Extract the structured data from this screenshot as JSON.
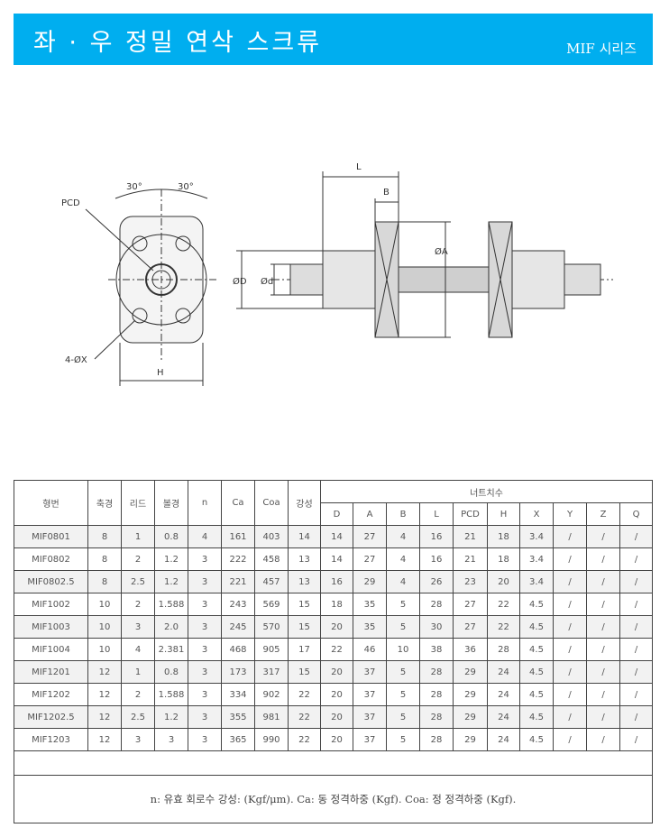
{
  "header": {
    "title": "좌 · 우 정밀 연삭 스크류",
    "series": "MIF 시리즈"
  },
  "drawing": {
    "angle1": "30°",
    "angle2": "30°",
    "pcd": "PCD",
    "holes": "4-ØX",
    "h": "H",
    "l": "L",
    "b": "B",
    "d_outer": "ØD",
    "d_inner": "Ød",
    "a": "ØA"
  },
  "table": {
    "headers": [
      "형번",
      "축경",
      "리드",
      "볼경",
      "n",
      "Ca",
      "Coa",
      "강성"
    ],
    "nut_header": "너트치수",
    "nut_cols": [
      "D",
      "A",
      "B",
      "L",
      "PCD",
      "H",
      "X",
      "Y",
      "Z",
      "Q"
    ],
    "rows": [
      [
        "MIF0801",
        "8",
        "1",
        "0.8",
        "4",
        "161",
        "403",
        "14",
        "14",
        "27",
        "4",
        "16",
        "21",
        "18",
        "3.4",
        "/",
        "/",
        "/"
      ],
      [
        "MIF0802",
        "8",
        "2",
        "1.2",
        "3",
        "222",
        "458",
        "13",
        "14",
        "27",
        "4",
        "16",
        "21",
        "18",
        "3.4",
        "/",
        "/",
        "/"
      ],
      [
        "MIF0802.5",
        "8",
        "2.5",
        "1.2",
        "3",
        "221",
        "457",
        "13",
        "16",
        "29",
        "4",
        "26",
        "23",
        "20",
        "3.4",
        "/",
        "/",
        "/"
      ],
      [
        "MIF1002",
        "10",
        "2",
        "1.588",
        "3",
        "243",
        "569",
        "15",
        "18",
        "35",
        "5",
        "28",
        "27",
        "22",
        "4.5",
        "/",
        "/",
        "/"
      ],
      [
        "MIF1003",
        "10",
        "3",
        "2.0",
        "3",
        "245",
        "570",
        "15",
        "20",
        "35",
        "5",
        "30",
        "27",
        "22",
        "4.5",
        "/",
        "/",
        "/"
      ],
      [
        "MIF1004",
        "10",
        "4",
        "2.381",
        "3",
        "468",
        "905",
        "17",
        "22",
        "46",
        "10",
        "38",
        "36",
        "28",
        "4.5",
        "/",
        "/",
        "/"
      ],
      [
        "MIF1201",
        "12",
        "1",
        "0.8",
        "3",
        "173",
        "317",
        "15",
        "20",
        "37",
        "5",
        "28",
        "29",
        "24",
        "4.5",
        "/",
        "/",
        "/"
      ],
      [
        "MIF1202",
        "12",
        "2",
        "1.588",
        "3",
        "334",
        "902",
        "22",
        "20",
        "37",
        "5",
        "28",
        "29",
        "24",
        "4.5",
        "/",
        "/",
        "/"
      ],
      [
        "MIF1202.5",
        "12",
        "2.5",
        "1.2",
        "3",
        "355",
        "981",
        "22",
        "20",
        "37",
        "5",
        "28",
        "29",
        "24",
        "4.5",
        "/",
        "/",
        "/"
      ],
      [
        "MIF1203",
        "12",
        "3",
        "3",
        "3",
        "365",
        "990",
        "22",
        "20",
        "37",
        "5",
        "28",
        "29",
        "24",
        "4.5",
        "/",
        "/",
        "/"
      ]
    ],
    "footnote": "n: 유효 회로수   강성: (Kgf/μm).   Ca: 동 정격하중 (Kgf).   Coa: 정 정격하중 (Kgf)."
  }
}
